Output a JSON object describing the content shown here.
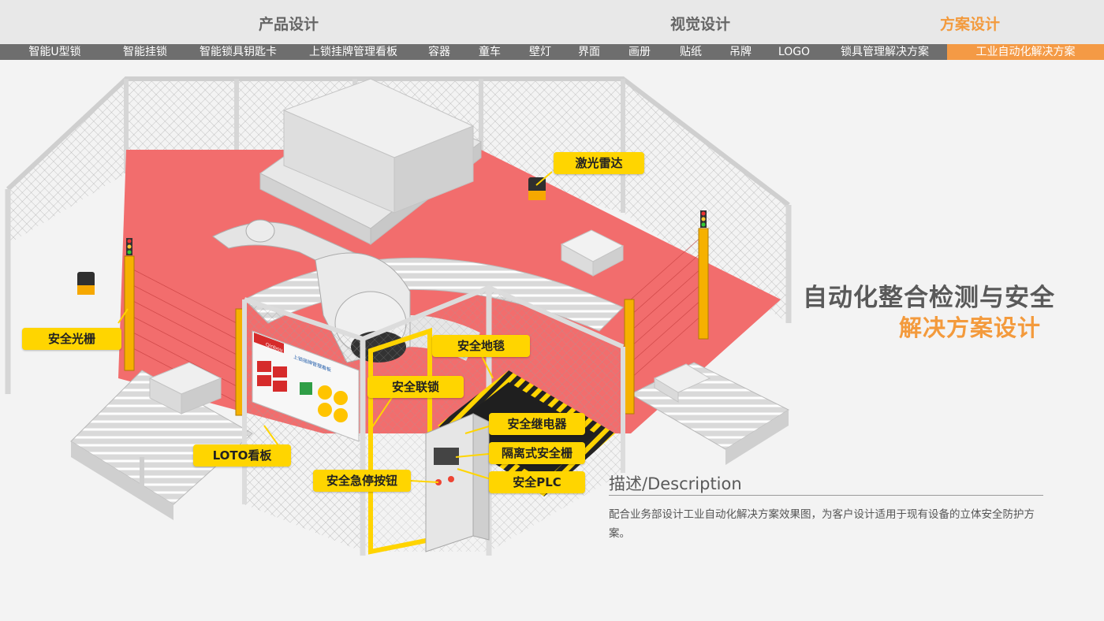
{
  "categories": [
    {
      "label": "产品设计",
      "active": false
    },
    {
      "label": "视觉设计",
      "active": false
    },
    {
      "label": "方案设计",
      "active": true
    }
  ],
  "subnav": [
    {
      "label": "智能U型锁"
    },
    {
      "label": "智能挂锁"
    },
    {
      "label": "智能锁具钥匙卡"
    },
    {
      "label": "上锁挂牌管理看板"
    },
    {
      "label": "容器"
    },
    {
      "label": "童车"
    },
    {
      "label": "壁灯"
    },
    {
      "label": "界面"
    },
    {
      "label": "画册"
    },
    {
      "label": "贴纸"
    },
    {
      "label": "吊牌"
    },
    {
      "label": "LOGO"
    },
    {
      "label": "锁具管理解决方案"
    },
    {
      "label": "工业自动化解决方案",
      "active": true
    }
  ],
  "callouts": {
    "laser_radar": "激光雷达",
    "light_curtain": "安全光栅",
    "safety_mat": "安全地毯",
    "interlock": "安全联锁",
    "relay": "安全继电器",
    "isolation_barrier": "隔离式安全栅",
    "plc": "安全PLC",
    "estop": "安全急停按钮",
    "loto_board": "LOTO看板"
  },
  "scene": {
    "board_title": "上锁挂牌管理看板",
    "board_brand": "Qinbou"
  },
  "hero": {
    "title_line1": "自动化整合检测与安全",
    "title_line2": "解决方案设计"
  },
  "description": {
    "heading": "描述/Description",
    "body": "配合业务部设计工业自动化解决方案效果图，为客户设计适用于现有设备的立体安全防护方案。"
  },
  "colors": {
    "accent": "#f39a3c",
    "nav_bg": "#6e6e6e",
    "floor": "#f26d6d",
    "callout": "#ffd500"
  }
}
